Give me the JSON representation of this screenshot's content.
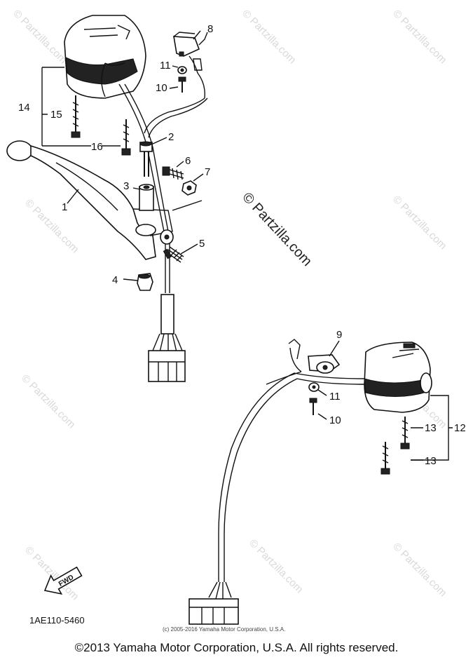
{
  "callouts": {
    "p1": "1",
    "p2": "2",
    "p3": "3",
    "p4": "4",
    "p5": "5",
    "p6": "6",
    "p7": "7",
    "p8": "8",
    "p9": "9",
    "p10a": "10",
    "p10b": "10",
    "p11a": "11",
    "p11b": "11",
    "p12": "12",
    "p13a": "13",
    "p13b": "13",
    "p14": "14",
    "p15": "15",
    "p16": "16"
  },
  "fwd_label": "FWD",
  "catalog_code": "1AE110-5460",
  "small_copyright": "(c) 2005-2016 Yamaha Motor Corporation, U.S.A.",
  "watermark": "© Partzilla.com",
  "footer": "©2013 Yamaha Motor Corporation, U.S.A. All rights reserved."
}
